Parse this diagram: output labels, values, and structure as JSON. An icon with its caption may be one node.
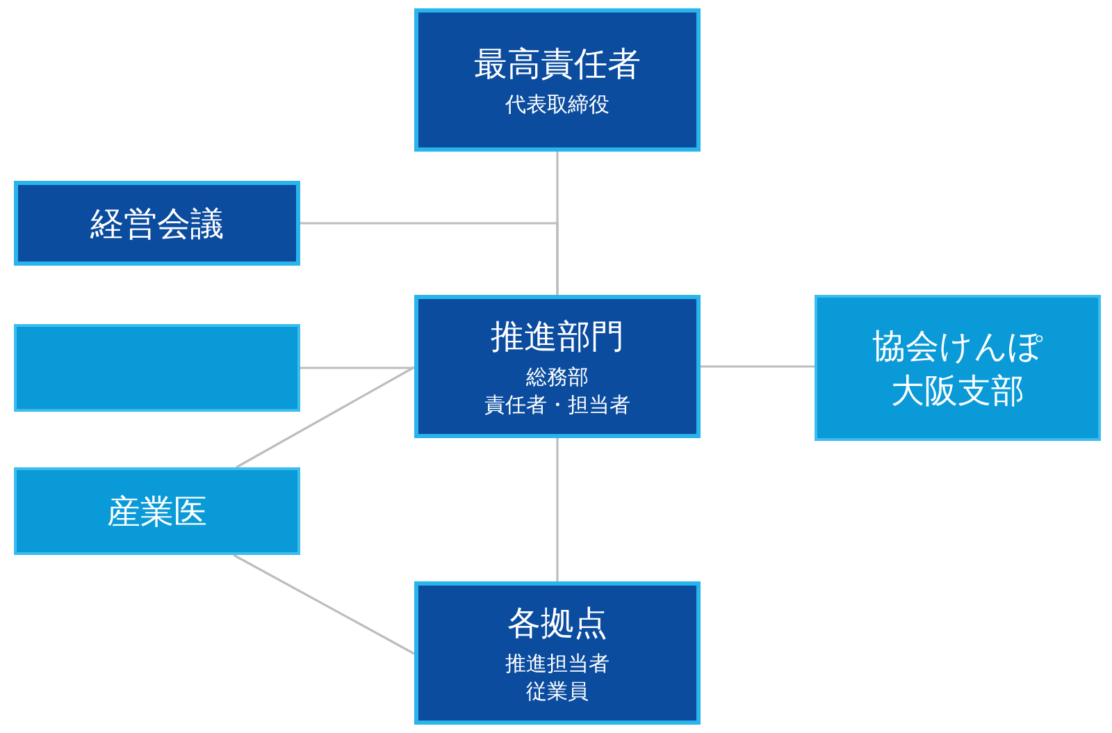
{
  "diagram": {
    "nodes": [
      {
        "text": [
          "最高責任者",
          "代表取締役"
        ]
      },
      {
        "text": [
          "経営会議"
        ]
      },
      {
        "text": [
          "推進部門",
          "総務部",
          "責任者・担当者"
        ]
      },
      {
        "text": [],
        "shape": "box"
      },
      {
        "text": [
          "協会けんぽ大阪支部"
        ]
      },
      {
        "text": [
          "産業医"
        ]
      },
      {
        "text": [
          "各拠点",
          "推進担当者",
          "従業員"
        ]
      }
    ],
    "edges": [
      {
        "from": 0,
        "to": 2,
        "arrow": "none"
      },
      {
        "from": 1,
        "to": 2,
        "arrow": "none"
      },
      {
        "from": 3,
        "to": 2,
        "arrow": "none"
      },
      {
        "from": 2,
        "to": 4,
        "arrow": "none"
      },
      {
        "from": 5,
        "to": 2,
        "arrow": "none"
      },
      {
        "from": 2,
        "to": 6,
        "arrow": "none"
      },
      {
        "from": 5,
        "to": 6,
        "arrow": "none"
      }
    ]
  }
}
